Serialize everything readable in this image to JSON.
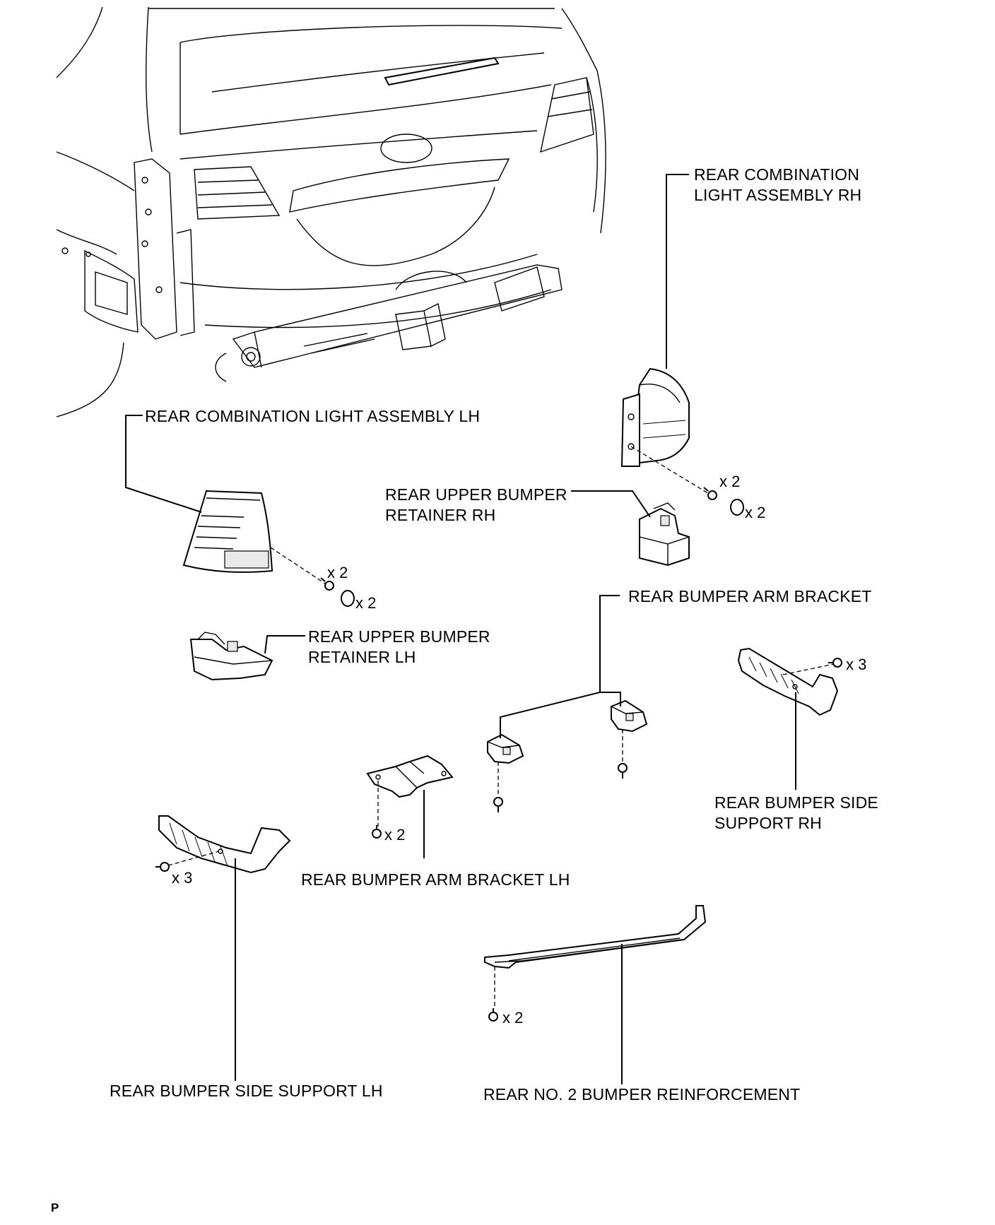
{
  "diagram_title": "",
  "labels": {
    "rcl_rh": [
      "REAR COMBINATION",
      "LIGHT ASSEMBLY RH"
    ],
    "rcl_lh": "REAR COMBINATION LIGHT ASSEMBLY LH",
    "urr_rh": [
      "REAR UPPER BUMPER",
      "RETAINER RH"
    ],
    "urr_lh": [
      "REAR UPPER BUMPER",
      "RETAINER LH"
    ],
    "arm_bracket": "REAR BUMPER ARM BRACKET",
    "side_support_rh": [
      "REAR BUMPER SIDE",
      "SUPPORT RH"
    ],
    "arm_bracket_lh": "REAR BUMPER ARM BRACKET LH",
    "side_support_lh": "REAR BUMPER SIDE SUPPORT LH",
    "reinforcement": "REAR NO. 2 BUMPER REINFORCEMENT"
  },
  "quantities": {
    "rh_light_bolts": "x 2",
    "rh_light_clips": "x 2",
    "lh_light_bolts": "x 2",
    "lh_light_clips": "x 2",
    "side_support_rh_bolts": "x 3",
    "arm_bracket_lh_bolts": "x 2",
    "side_support_lh_bolts": "x 3",
    "reinforcement_bolts": "x 2"
  },
  "footer_mark": "P"
}
